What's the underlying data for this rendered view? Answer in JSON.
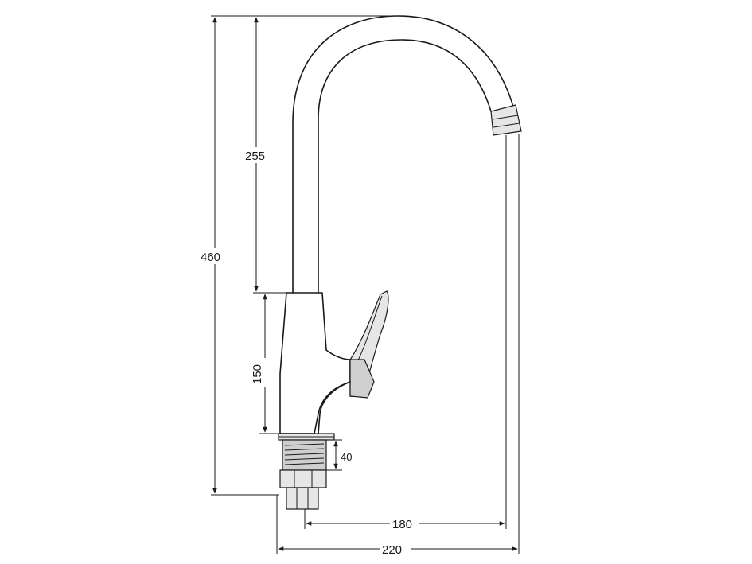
{
  "dimensions": {
    "total_height": "460",
    "spout_height": "255",
    "body_height": "150",
    "thread_length": "40",
    "spout_reach": "180",
    "total_width": "220"
  }
}
